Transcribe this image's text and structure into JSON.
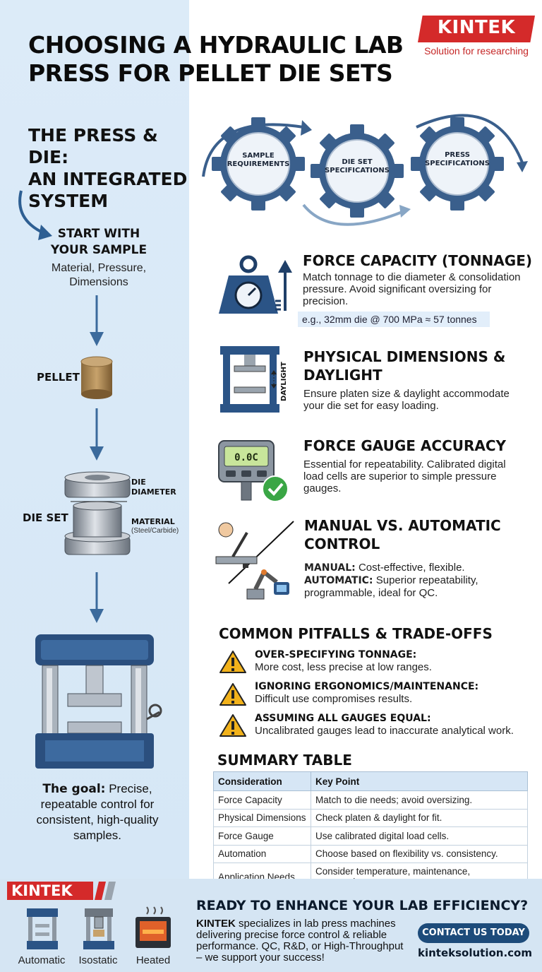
{
  "header": {
    "title_line1": "CHOOSING A HYDRAULIC LAB",
    "title_line2": "PRESS FOR PELLET DIE SETS",
    "brand": "KINTEK",
    "brand_tagline": "Solution for researching"
  },
  "left": {
    "system_title_line1": "THE PRESS & DIE:",
    "system_title_line2": "AN INTEGRATED",
    "system_title_line3": "SYSTEM",
    "start_line1": "START WITH",
    "start_line2": "YOUR SAMPLE",
    "start_sub_line1": "Material, Pressure,",
    "start_sub_line2": "Dimensions",
    "pellet_label": "PELLET",
    "die_set_label": "DIE SET",
    "die_diameter_line1": "DIE",
    "die_diameter_line2": "DIAMETER",
    "material_label": "MATERIAL",
    "material_sub": "(Steel/Carbide)",
    "goal_bold": "The goal:",
    "goal_line1": "Precise,",
    "goal_line2": "repeatable control for",
    "goal_line3": "consistent, high-quality",
    "goal_line4": "samples."
  },
  "gears": [
    {
      "line1": "SAMPLE",
      "line2": "REQUIREMENTS"
    },
    {
      "line1": "DIE SET",
      "line2": "SPECIFICATIONS"
    },
    {
      "line1": "PRESS",
      "line2": "SPECIFICATIONS"
    }
  ],
  "sections": {
    "force": {
      "title": "FORCE CAPACITY (TONNAGE)",
      "text_line1": "Match tonnage to die diameter & consolidation",
      "text_line2": "pressure. Avoid significant oversizing for",
      "text_line3": "precision.",
      "example": "e.g., 32mm die @ 700 MPa ≈ 57 tonnes"
    },
    "physical": {
      "title_line1": "PHYSICAL DIMENSIONS &",
      "title_line2": "DAYLIGHT",
      "text_line1": "Ensure platen size & daylight accommodate",
      "text_line2": "your die set for easy loading.",
      "daylight_label": "DAYLIGHT"
    },
    "gauge": {
      "title": "FORCE GAUGE ACCURACY",
      "text_line1": "Essential for repeatability. Calibrated digital",
      "text_line2": "load cells are superior to simple pressure",
      "text_line3": "gauges.",
      "display": "0.0C"
    },
    "control": {
      "title_line1": "MANUAL VS. AUTOMATIC",
      "title_line2": "CONTROL",
      "manual_bold": "MANUAL:",
      "manual_text": "Cost-effective, flexible.",
      "auto_bold": "AUTOMATIC:",
      "auto_text_line1": "Superior repeatability,",
      "auto_text_line2": "programmable, ideal for QC."
    }
  },
  "pitfalls": {
    "title": "COMMON PITFALLS & TRADE-OFFS",
    "items": [
      {
        "title": "OVER-SPECIFYING TONNAGE:",
        "text": "More cost, less precise at low ranges."
      },
      {
        "title": "IGNORING ERGONOMICS/MAINTENANCE:",
        "text": "Difficult use compromises results."
      },
      {
        "title": "ASSUMING ALL GAUGES EQUAL:",
        "text": "Uncalibrated gauges lead to inaccurate analytical work."
      }
    ]
  },
  "summary": {
    "title": "SUMMARY TABLE",
    "headers": [
      "Consideration",
      "Key Point"
    ],
    "rows": [
      [
        "Force Capacity",
        "Match to die needs; avoid oversizing."
      ],
      [
        "Physical Dimensions",
        "Check platen & daylight for fit."
      ],
      [
        "Force Gauge",
        "Use calibrated digital load cells."
      ],
      [
        "Automation",
        "Choose based on flexibility vs. consistency."
      ],
      [
        "Application Needs",
        "Consider temperature, maintenance, ergonomics."
      ]
    ]
  },
  "footer": {
    "brand": "KINTEK",
    "products": [
      "Automatic",
      "Isostatic",
      "Heated"
    ],
    "cta_title": "READY TO ENHANCE YOUR LAB EFFICIENCY?",
    "cta_brand": "KINTEK",
    "cta_text_line1": " specializes in lab press machines",
    "cta_text_line2": "delivering precise force control & reliable",
    "cta_text_line3": "performance. QC, R&D, or High-Throughput",
    "cta_text_line4": "– we support your success!",
    "button": "CONTACT US TODAY",
    "url": "kinteksolution.com"
  },
  "colors": {
    "navy": "#1f3f68",
    "steel_blue": "#3b6a9c",
    "light_blue": "#dcebf8",
    "brand_red": "#d42a2a",
    "warning_yellow": "#f2b21b",
    "check_green": "#3aa645"
  }
}
